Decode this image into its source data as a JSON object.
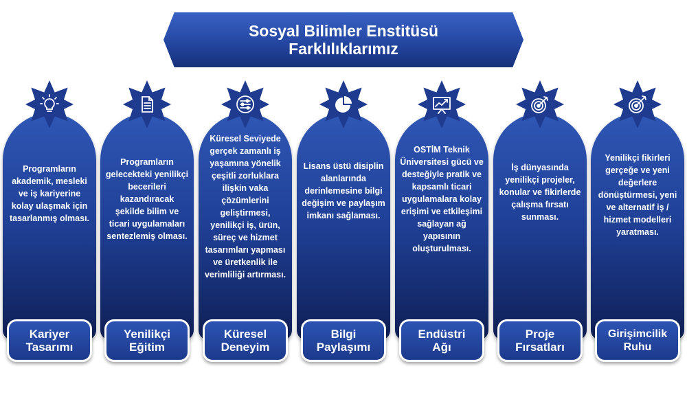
{
  "title": {
    "line1": "Sosyal Bilimler Enstitüsü",
    "line2": "Farklılıklarımız"
  },
  "colors": {
    "primary": "#2447a2",
    "dark": "#0f1f55",
    "text": "#ffffff"
  },
  "cards": [
    {
      "icon": "lightbulb-icon",
      "text": "Programların akademik, mesleki ve iş kariyerine kolay ulaşmak için tasarlanmış olması.",
      "label_line1": "Kariyer",
      "label_line2": "Tasarımı"
    },
    {
      "icon": "document-icon",
      "text": "Programların gelecekteki yenilikçi becerileri kazandıracak şekilde bilim ve ticari uygulamaları sentezlemiş olması.",
      "label_line1": "Yenilikçi",
      "label_line2": "Eğitim"
    },
    {
      "icon": "sliders-icon",
      "text": "Küresel Seviyede gerçek zamanlı iş yaşamına yönelik çeşitli zorluklara ilişkin vaka çözümlerini geliştirmesi, yenilikçi iş, ürün, süreç ve hizmet tasarımları yapması ve üretkenlik ile verimliliği artırması.",
      "label_line1": "Küresel",
      "label_line2": "Deneyim"
    },
    {
      "icon": "pie-chart-icon",
      "text": "Lisans üstü disiplin alanlarında derinlemesine bilgi değişim ve paylaşım imkanı sağlaması.",
      "label_line1": "Bilgi",
      "label_line2": "Paylaşımı"
    },
    {
      "icon": "growth-chart-icon",
      "text": "OSTİM Teknik Üniversitesi gücü ve desteğiyle pratik ve kapsamlı ticari uygulamalara kolay erişimi ve etkileşimi sağlayan ağ yapısının oluşturulması.",
      "label_line1": "Endüstri",
      "label_line2": "Ağı"
    },
    {
      "icon": "target-icon",
      "text": "İş dünyasında yenilikçi projeler, konular ve fikirlerde çalışma fırsatı sunması.",
      "label_line1": "Proje",
      "label_line2": "Fırsatları"
    },
    {
      "icon": "target-arrow-icon",
      "text": "Yenilikçi fikirleri gerçeğe ve yeni değerlere dönüştürmesi, yeni ve alternatif iş / hizmet modelleri yaratması.",
      "label_line1": "Girişimcilik",
      "label_line2": "Ruhu"
    }
  ]
}
